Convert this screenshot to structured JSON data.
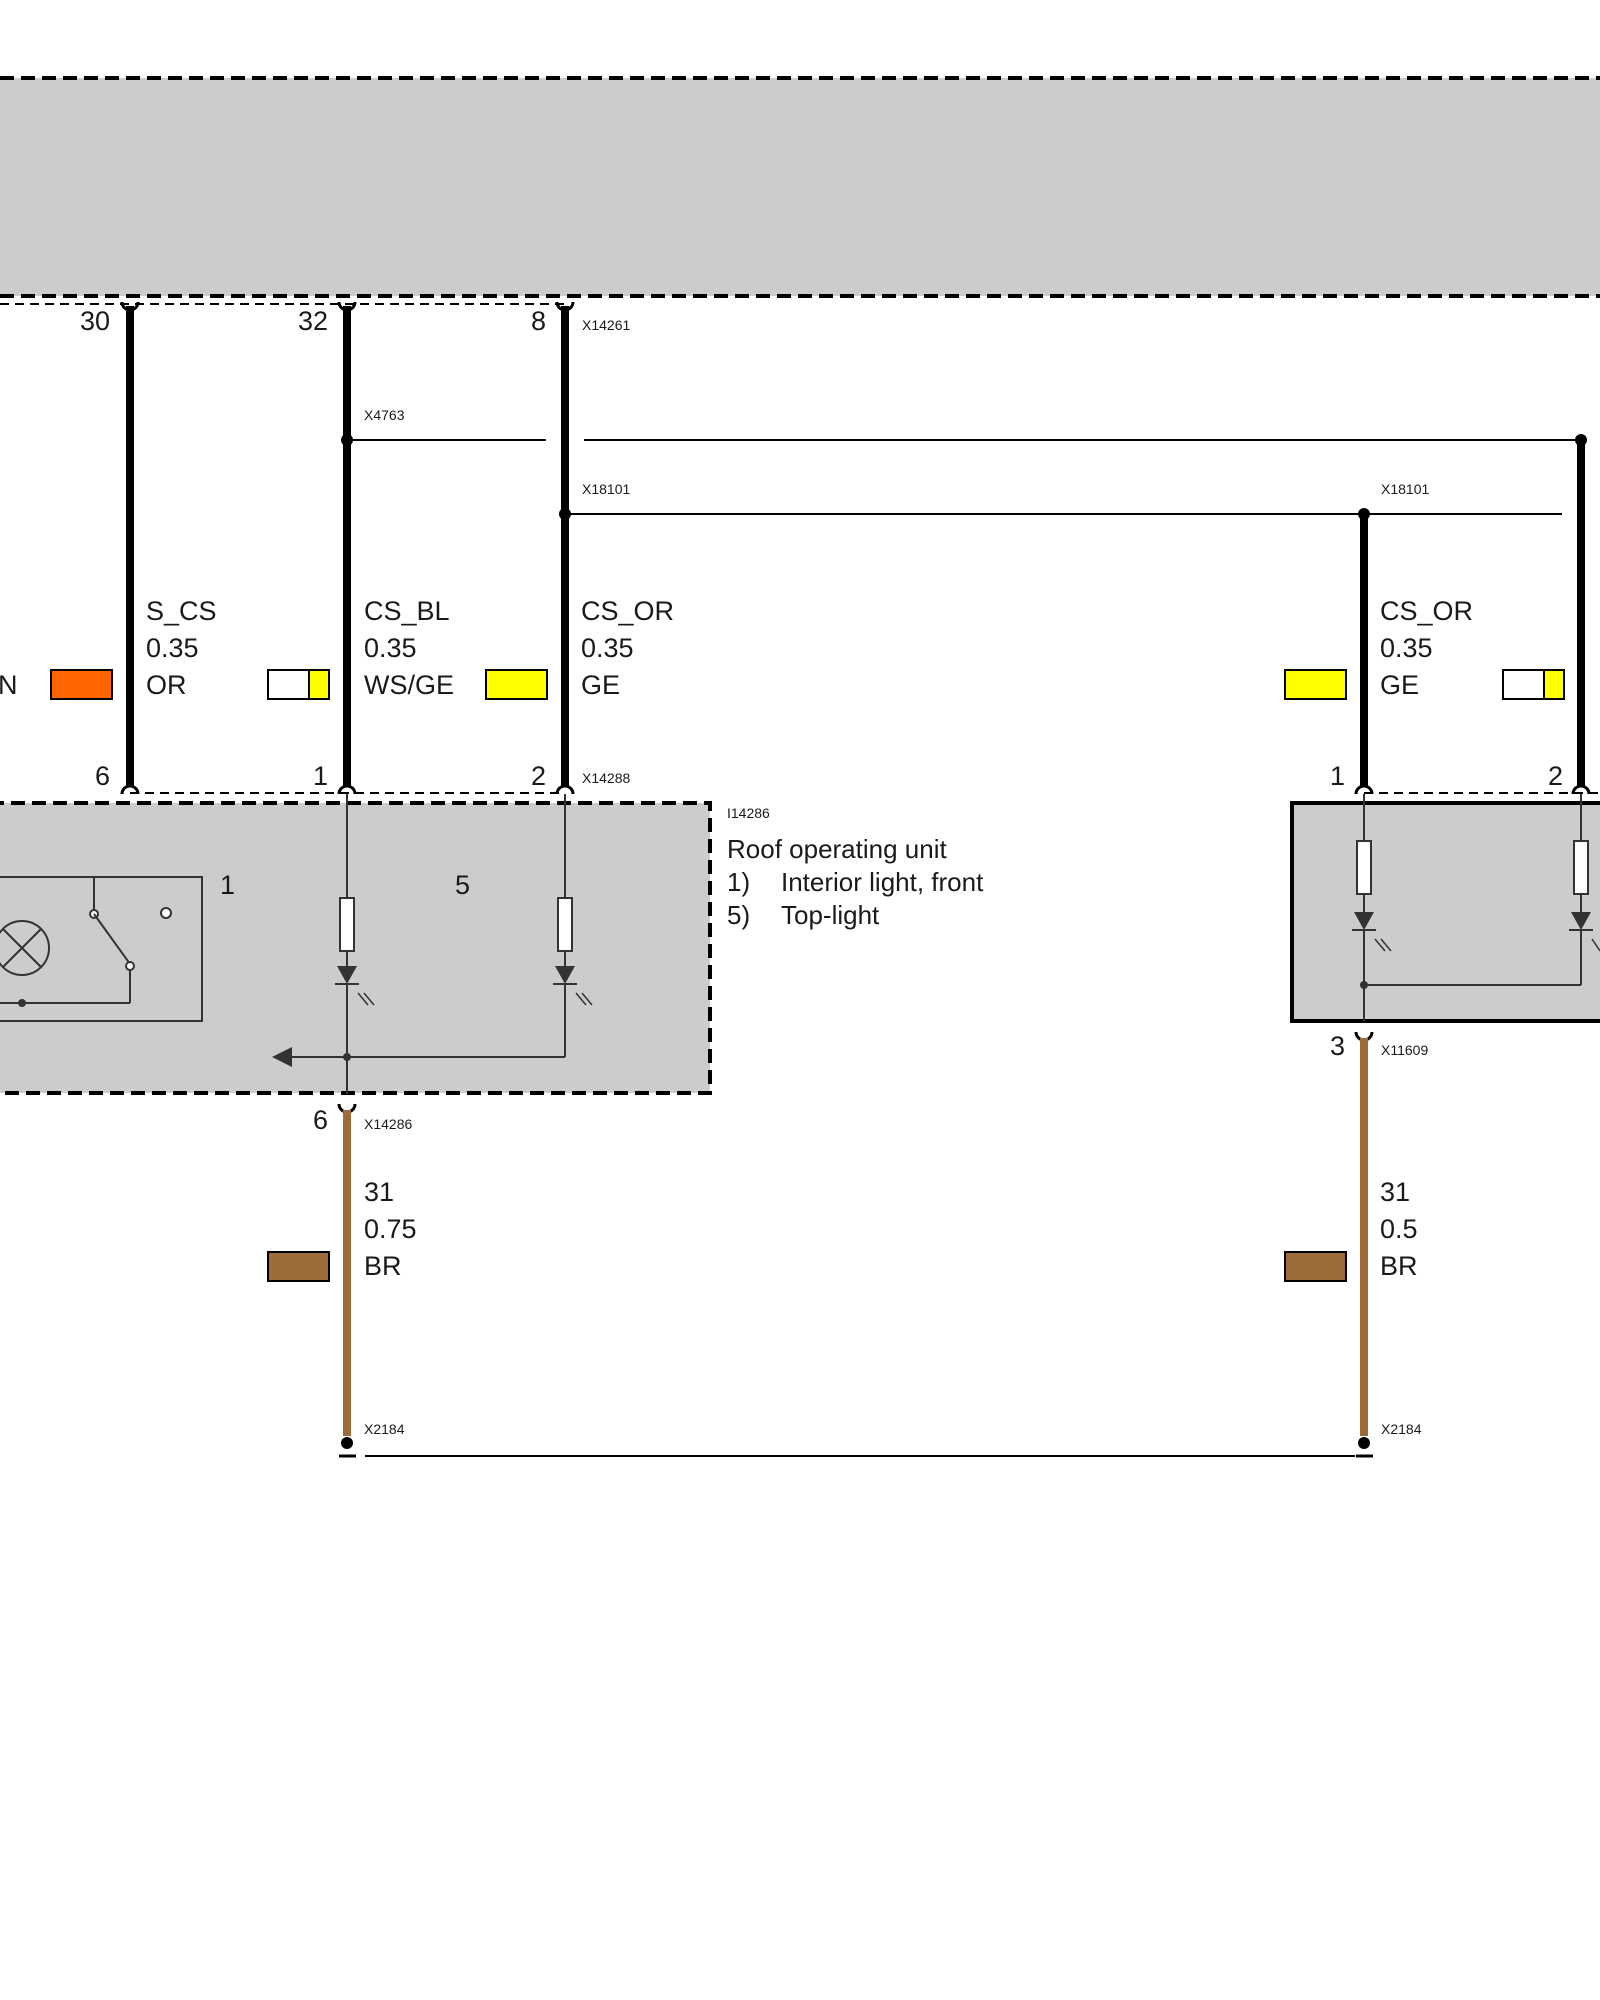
{
  "colors": {
    "module_fill": "#cccccc",
    "wire_black": "#000000",
    "wire_brown": "#9b6b3a",
    "orange": "#ff6600",
    "yellow": "#ffff00",
    "white": "#ffffff",
    "brown": "#9b6b3a"
  },
  "top_module": {
    "connector": "X14261",
    "pins": [
      "30",
      "32",
      "8"
    ]
  },
  "junctions": {
    "x4763": "X4763",
    "x18101_left": "X18101",
    "x18101_right": "X18101"
  },
  "wires": [
    {
      "signal": "S_CS",
      "size": "0.35",
      "color_code": "OR",
      "swatch": "orange"
    },
    {
      "signal": "CS_BL",
      "size": "0.35",
      "color_code": "WS/GE",
      "swatch": "white-yellow"
    },
    {
      "signal": "CS_OR",
      "size": "0.35",
      "color_code": "GE",
      "swatch": "yellow"
    },
    {
      "signal": "CS_OR",
      "size": "0.35",
      "color_code": "GE",
      "swatch": "yellow"
    }
  ],
  "left_edge_code": "N",
  "roof_unit": {
    "connector_top": "X14288",
    "pins_top": [
      "6",
      "1",
      "2"
    ],
    "id": "I14286",
    "title": "Roof operating unit",
    "items": [
      {
        "num": "1)",
        "text": "Interior light, front"
      },
      {
        "num": "5)",
        "text": "Top-light"
      }
    ],
    "inner_labels": [
      "1",
      "5"
    ],
    "ground_pin": "6",
    "ground_connector": "X14286"
  },
  "right_unit": {
    "pins_top": [
      "1",
      "2"
    ],
    "ground_pin": "3",
    "ground_connector": "X11609"
  },
  "ground_wires": [
    {
      "signal": "31",
      "size": "0.75",
      "color_code": "BR",
      "swatch": "brown"
    },
    {
      "signal": "31",
      "size": "0.5",
      "color_code": "BR",
      "swatch": "brown"
    }
  ],
  "ground_points": [
    "X2184",
    "X2184"
  ]
}
